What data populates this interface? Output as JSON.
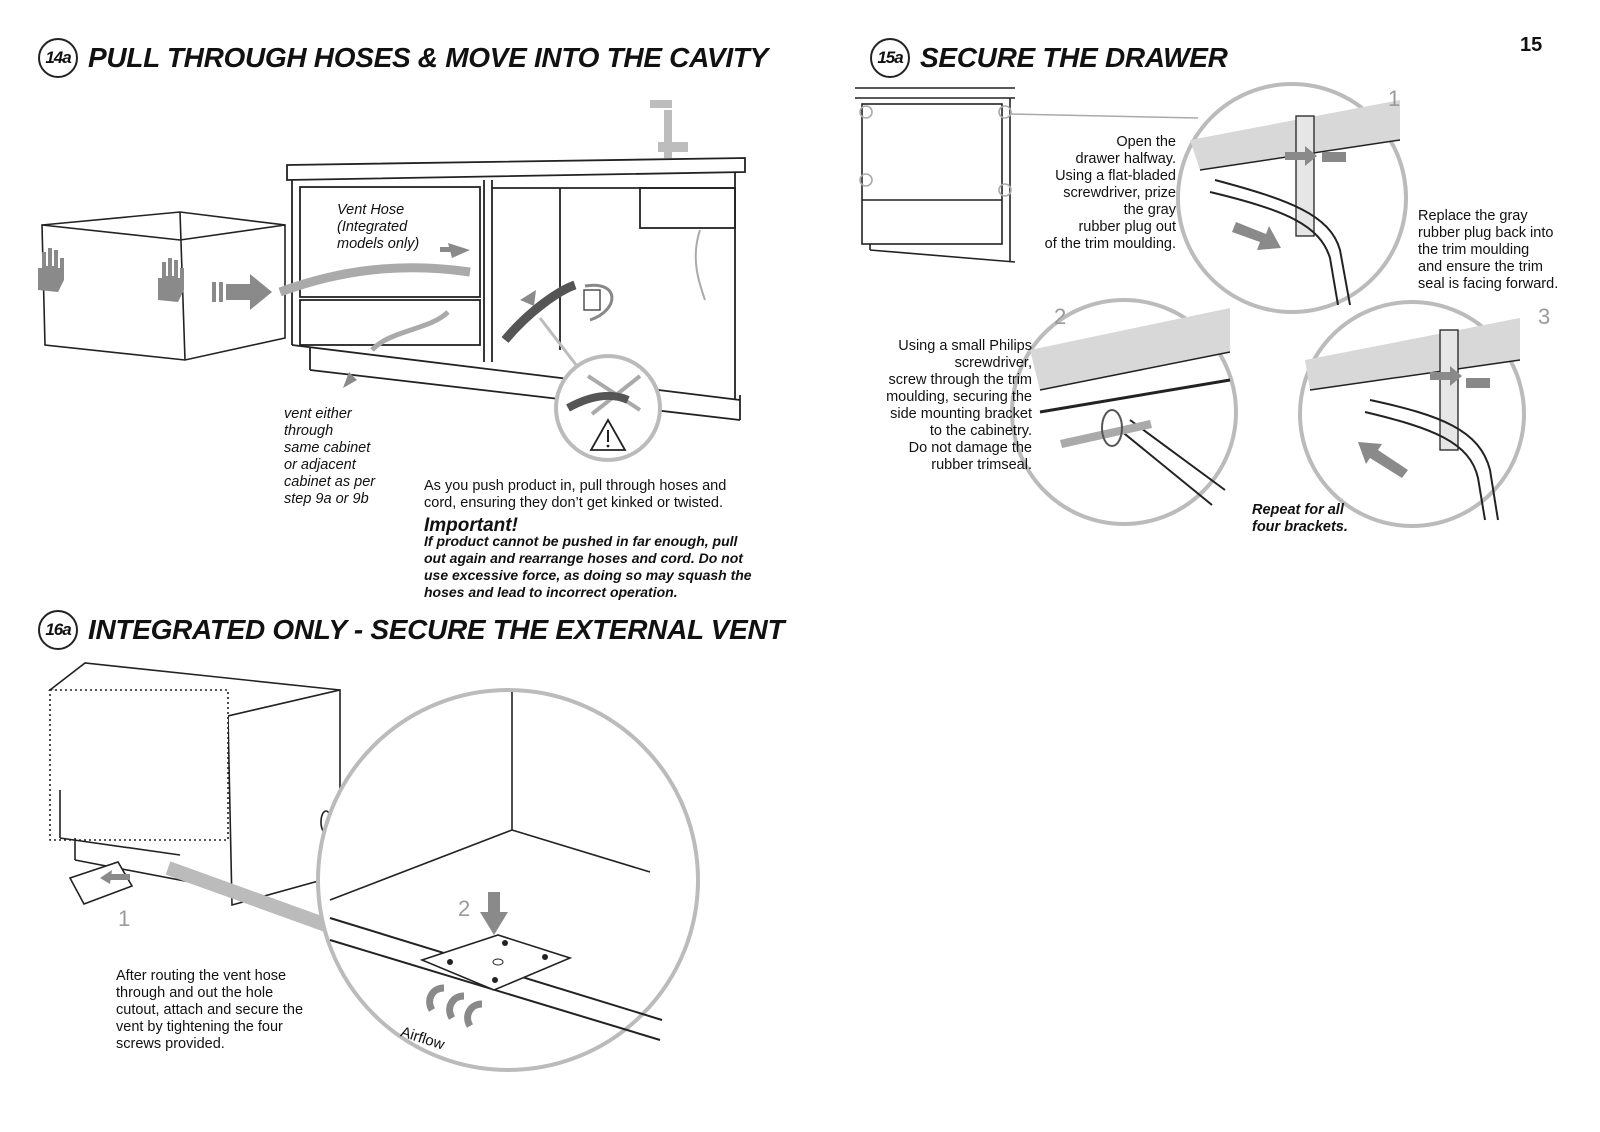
{
  "page": {
    "number": "15"
  },
  "s14": {
    "badge": "14a",
    "title": "PULL THROUGH HOSES & MOVE INTO THE CAVITY",
    "vent_hose_label": [
      "Vent Hose",
      "(Integrated",
      "models only)"
    ],
    "vent_note": [
      "vent either",
      "through",
      "same cabinet",
      "or adjacent",
      "cabinet as per",
      "step 9a or 9b"
    ],
    "push_text": [
      "As you push product in, pull through hoses and",
      "cord, ensuring they don’t get kinked or twisted."
    ],
    "important_heading": "Important!",
    "important_text": [
      "If product cannot be pushed in far enough, pull",
      "out again and rearrange hoses and cord. Do not",
      "use excessive force, as doing so may squash the",
      "hoses and lead to incorrect operation."
    ]
  },
  "s15": {
    "badge": "15a",
    "title": "SECURE THE DRAWER",
    "step1_num": "1",
    "step2_num": "2",
    "step3_num": "3",
    "step1_text": [
      "Open the",
      "drawer halfway.",
      "Using a flat-bladed",
      "screwdriver, prize",
      "the gray",
      "rubber plug out",
      "of the trim moulding."
    ],
    "step2_text": [
      "Using a small Philips",
      "screwdriver,",
      "screw through the trim",
      "moulding, securing the",
      "side mounting bracket",
      "to the cabinetry.",
      "Do not damage the",
      "rubber trimseal."
    ],
    "step3_text": [
      "Replace the gray",
      "rubber plug back into",
      "the trim moulding",
      "and ensure the trim",
      "seal is facing forward."
    ],
    "repeat_text": [
      "Repeat for all",
      "four brackets."
    ]
  },
  "s16": {
    "badge": "16a",
    "title": "INTEGRATED ONLY - SECURE THE EXTERNAL VENT",
    "step1_num": "1",
    "step2_num": "2",
    "airflow_label": "Airflow",
    "body_text": [
      "After routing the vent hose",
      "through and out the hole",
      "cutout, attach and secure the",
      "vent by tightening the four",
      "screws provided."
    ]
  },
  "icons": [
    "hand-icon",
    "arrow-icon",
    "warning-triangle-icon",
    "cross-icon",
    "tap-icon"
  ]
}
